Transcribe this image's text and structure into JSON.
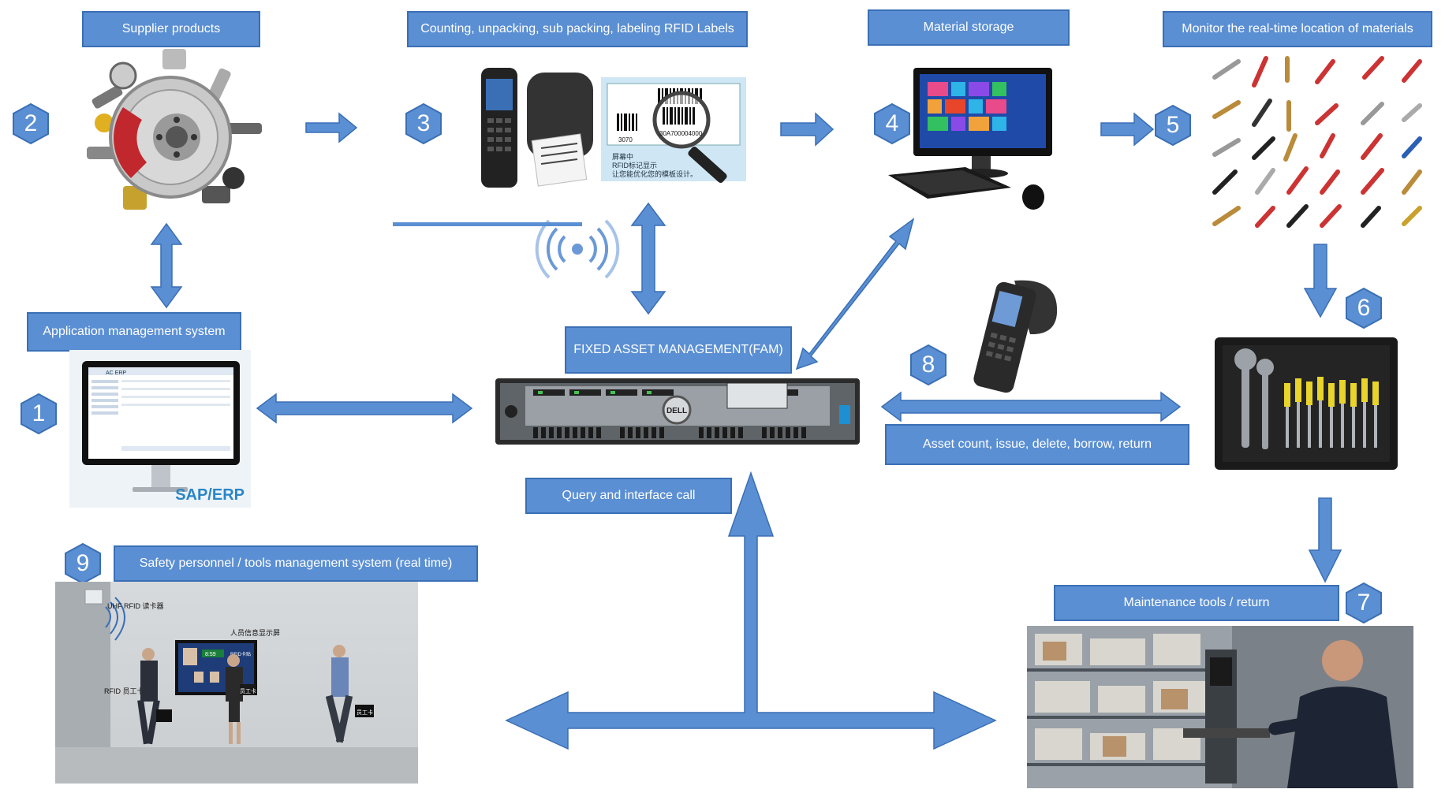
{
  "labels": {
    "supplier": "Supplier products",
    "counting": "Counting, unpacking, sub packing, labeling RFID Labels",
    "storage": "Material storage",
    "monitor": "Monitor the real-time location of materials",
    "app_mgmt": "Application management system",
    "fam": "FIXED ASSET MANAGEMENT(FAM)",
    "asset_count": "Asset count, issue, delete, borrow, return",
    "query": "Query and interface call",
    "safety": "Safety personnel / tools management system (real time)",
    "maintenance": "Maintenance tools / return"
  },
  "badges": {
    "b1": "1",
    "b2": "2",
    "b3": "3",
    "b4": "4",
    "b5": "5",
    "b6": "6",
    "b7": "7",
    "b8": "8",
    "b9": "9"
  },
  "images": {
    "erp_brand": "SAP/ERP",
    "erp_window": "AC ERP",
    "dell_logo": "DELL",
    "label_code1": "3070",
    "label_code2": "30A700004000",
    "label_cn1": "屏幕中",
    "label_cn2": "RFID标记显示",
    "label_cn3": "让您能优化您的模板设计。",
    "wall_reader": "UHF RFID 读卡器",
    "wall_screen": "人员信息显示屏",
    "wall_badge": "RFID 员工卡",
    "wall_screen_time": "8:59",
    "wall_screen_tag": "RFID卡贴",
    "card1": "员工卡",
    "card2": "员工卡"
  },
  "colors": {
    "arrow": "#5b8fd3",
    "arrow_stroke": "#3a6fb5",
    "label_bg": "#5b8fd3"
  },
  "icons": [
    "rfid-signal-icon",
    "server-icon",
    "monitor-icon",
    "handheld-scanner-icon",
    "tools-icon"
  ]
}
